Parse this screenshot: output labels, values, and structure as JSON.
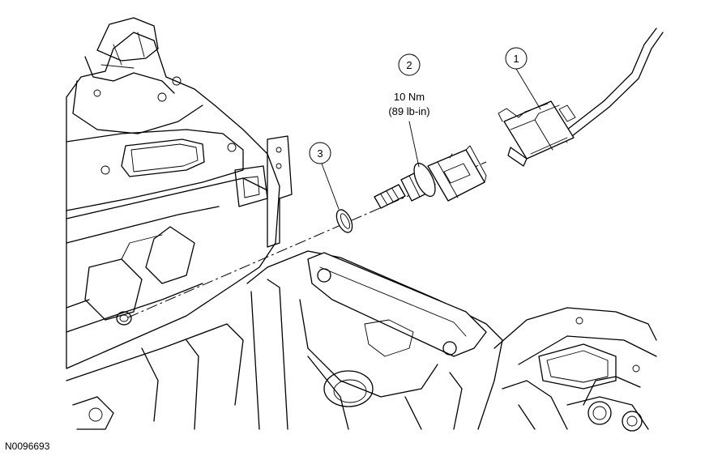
{
  "callouts": [
    {
      "number": "1"
    },
    {
      "number": "2"
    },
    {
      "number": "3"
    }
  ],
  "torque": {
    "metric": "10 Nm",
    "imperial": "(89 lb-in)"
  },
  "figure_id": "N0096693"
}
